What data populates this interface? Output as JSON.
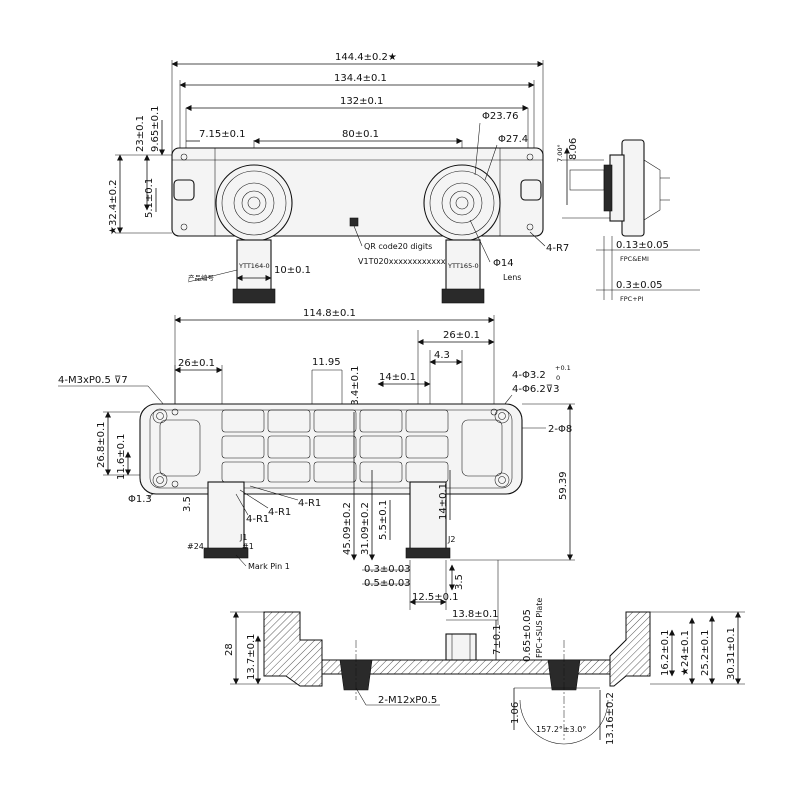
{
  "top_view": {
    "dims": {
      "overall_width": "144.4±0.2★",
      "mount_span": "134.4±0.1",
      "inner_span": "132±0.1",
      "baseline": "80±0.1",
      "offset_x": "7.15±0.1",
      "offset_y": "9.65±0.1",
      "height_23": "23±0.1",
      "height_32": "★32.4±0.2",
      "hole_5": "5.1±0.1",
      "dia_23": "Φ23.76",
      "dia_27": "Φ27.4",
      "dia_14": "Φ14",
      "lens": "Lens",
      "radius": "4-R7",
      "fpc_10": "10±0.1"
    },
    "qr_label": "QR code20 digits",
    "serial": "V1T020xxxxxxxxxxxxx",
    "fpc_tag_left": "YTT164-0",
    "fpc_tag_right": "YTT165-0",
    "chinese_label": "产品编号"
  },
  "side_view": {
    "angle": "7.00°",
    "height": "8.06",
    "fpc_emi_value": "0.13±0.05",
    "fpc_emi_label": "FPC&EMI",
    "fpc_pi_value": "0.3±0.05",
    "fpc_pi_label": "FPC+PI"
  },
  "bottom_view": {
    "dims": {
      "width_114": "114.8±0.1",
      "d26_left": "26±0.1",
      "d26_right": "26±0.1",
      "d11_95": "11.95",
      "d13_4": "13.4±0.1",
      "d4_3": "4.3",
      "d14": "14±0.1",
      "screw": "4-M3xP0.5",
      "screw_depth": "7",
      "hole_32": "4-Φ3.2",
      "hole_32_tol": "+0.1",
      "hole_32_tol_low": "0",
      "hole_62": "4-Φ6.2",
      "hole_62_depth": "3",
      "pin_8": "2-Φ8",
      "h26_8": "26.8±0.1",
      "h11_6": "11.6±0.1",
      "dia_1_3": "Φ1.3",
      "d3_5": "3.5",
      "r1_a": "4-R1",
      "r1_b": "4-R1",
      "r1_c": "4-R1",
      "d45_09": "45.09±0.2",
      "d31_09": "31.09±0.2",
      "d5_5": "5.5±0.1",
      "d14_v": "14±0.1",
      "d59_39": "59.39",
      "d0_3": "0.3±0.03",
      "d0_5": "0.5±0.03",
      "d3_5b": "3.5",
      "d12_5": "12.5±0.1",
      "d13_8": "13.8±0.1"
    },
    "j1": "J1",
    "j2": "J2",
    "pin24": "#24",
    "pin1": "#1",
    "mark_pin": "Mark Pin 1"
  },
  "section_view": {
    "dims": {
      "d28": "28",
      "d13_7": "13.7±0.1",
      "d7": "7±0.1",
      "d0_65": "0.65±0.05",
      "fpc_sus": "FPC+SUS Plate",
      "m12": "2-M12xP0.5",
      "d1_06": "1.06",
      "angle": "157.2°±3.0°",
      "d13_16": "13.16±0.2",
      "d16_2": "16.2±0.1",
      "d24": "★24±0.1",
      "d25_2": "25.2±0.1",
      "d30_31": "30.31±0.1"
    }
  }
}
